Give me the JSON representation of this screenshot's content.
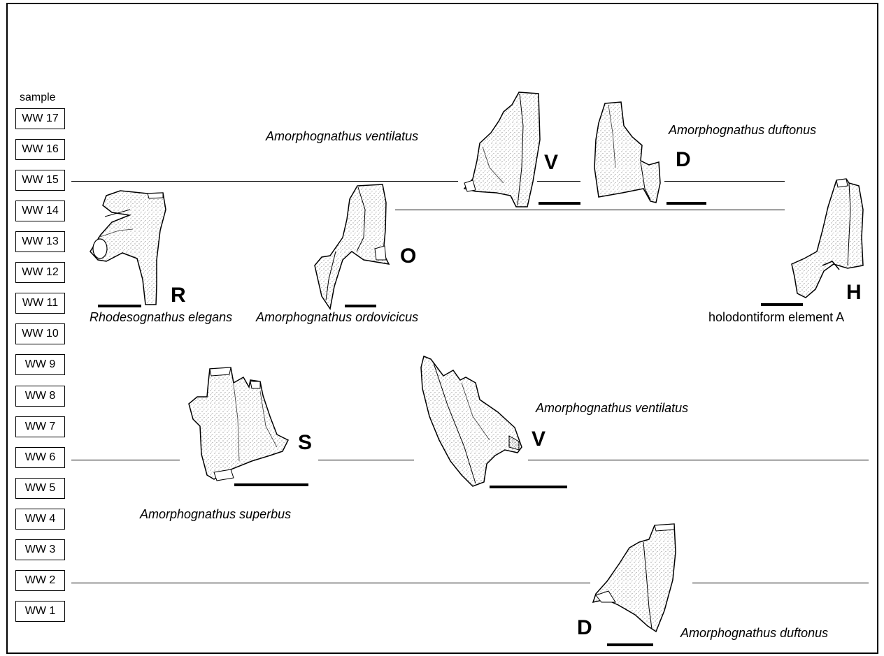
{
  "sample_header": "sample",
  "samples": [
    "WW 17",
    "WW 16",
    "WW 15",
    "WW 14",
    "WW 13",
    "WW 12",
    "WW 11",
    "WW 10",
    "WW 9",
    "WW 8",
    "WW 7",
    "WW 6",
    "WW 5",
    "WW 4",
    "WW 3",
    "WW 2",
    "WW 1"
  ],
  "elements": {
    "r": {
      "letter": "R",
      "species": "Rhodesognathus elegans",
      "sample": "WW 11"
    },
    "o": {
      "letter": "O",
      "species": "Amorphognathus ordovicicus",
      "sample": "WW 14"
    },
    "v_upper": {
      "letter": "V",
      "species": "Amorphognathus ventilatus",
      "sample": "WW 15"
    },
    "d_upper": {
      "letter": "D",
      "species": "Amorphognathus duftonus",
      "sample": "WW 15"
    },
    "h": {
      "letter": "H",
      "species": "holodontiform element A",
      "sample": "WW 14"
    },
    "s": {
      "letter": "S",
      "species": "Amorphognathus superbus",
      "sample": "WW 6"
    },
    "v_lower": {
      "letter": "V",
      "species": "Amorphognathus ventilatus",
      "sample": "WW 6"
    },
    "d_lower": {
      "letter": "D",
      "species": "Amorphognathus duftonus",
      "sample": "WW 2"
    }
  }
}
